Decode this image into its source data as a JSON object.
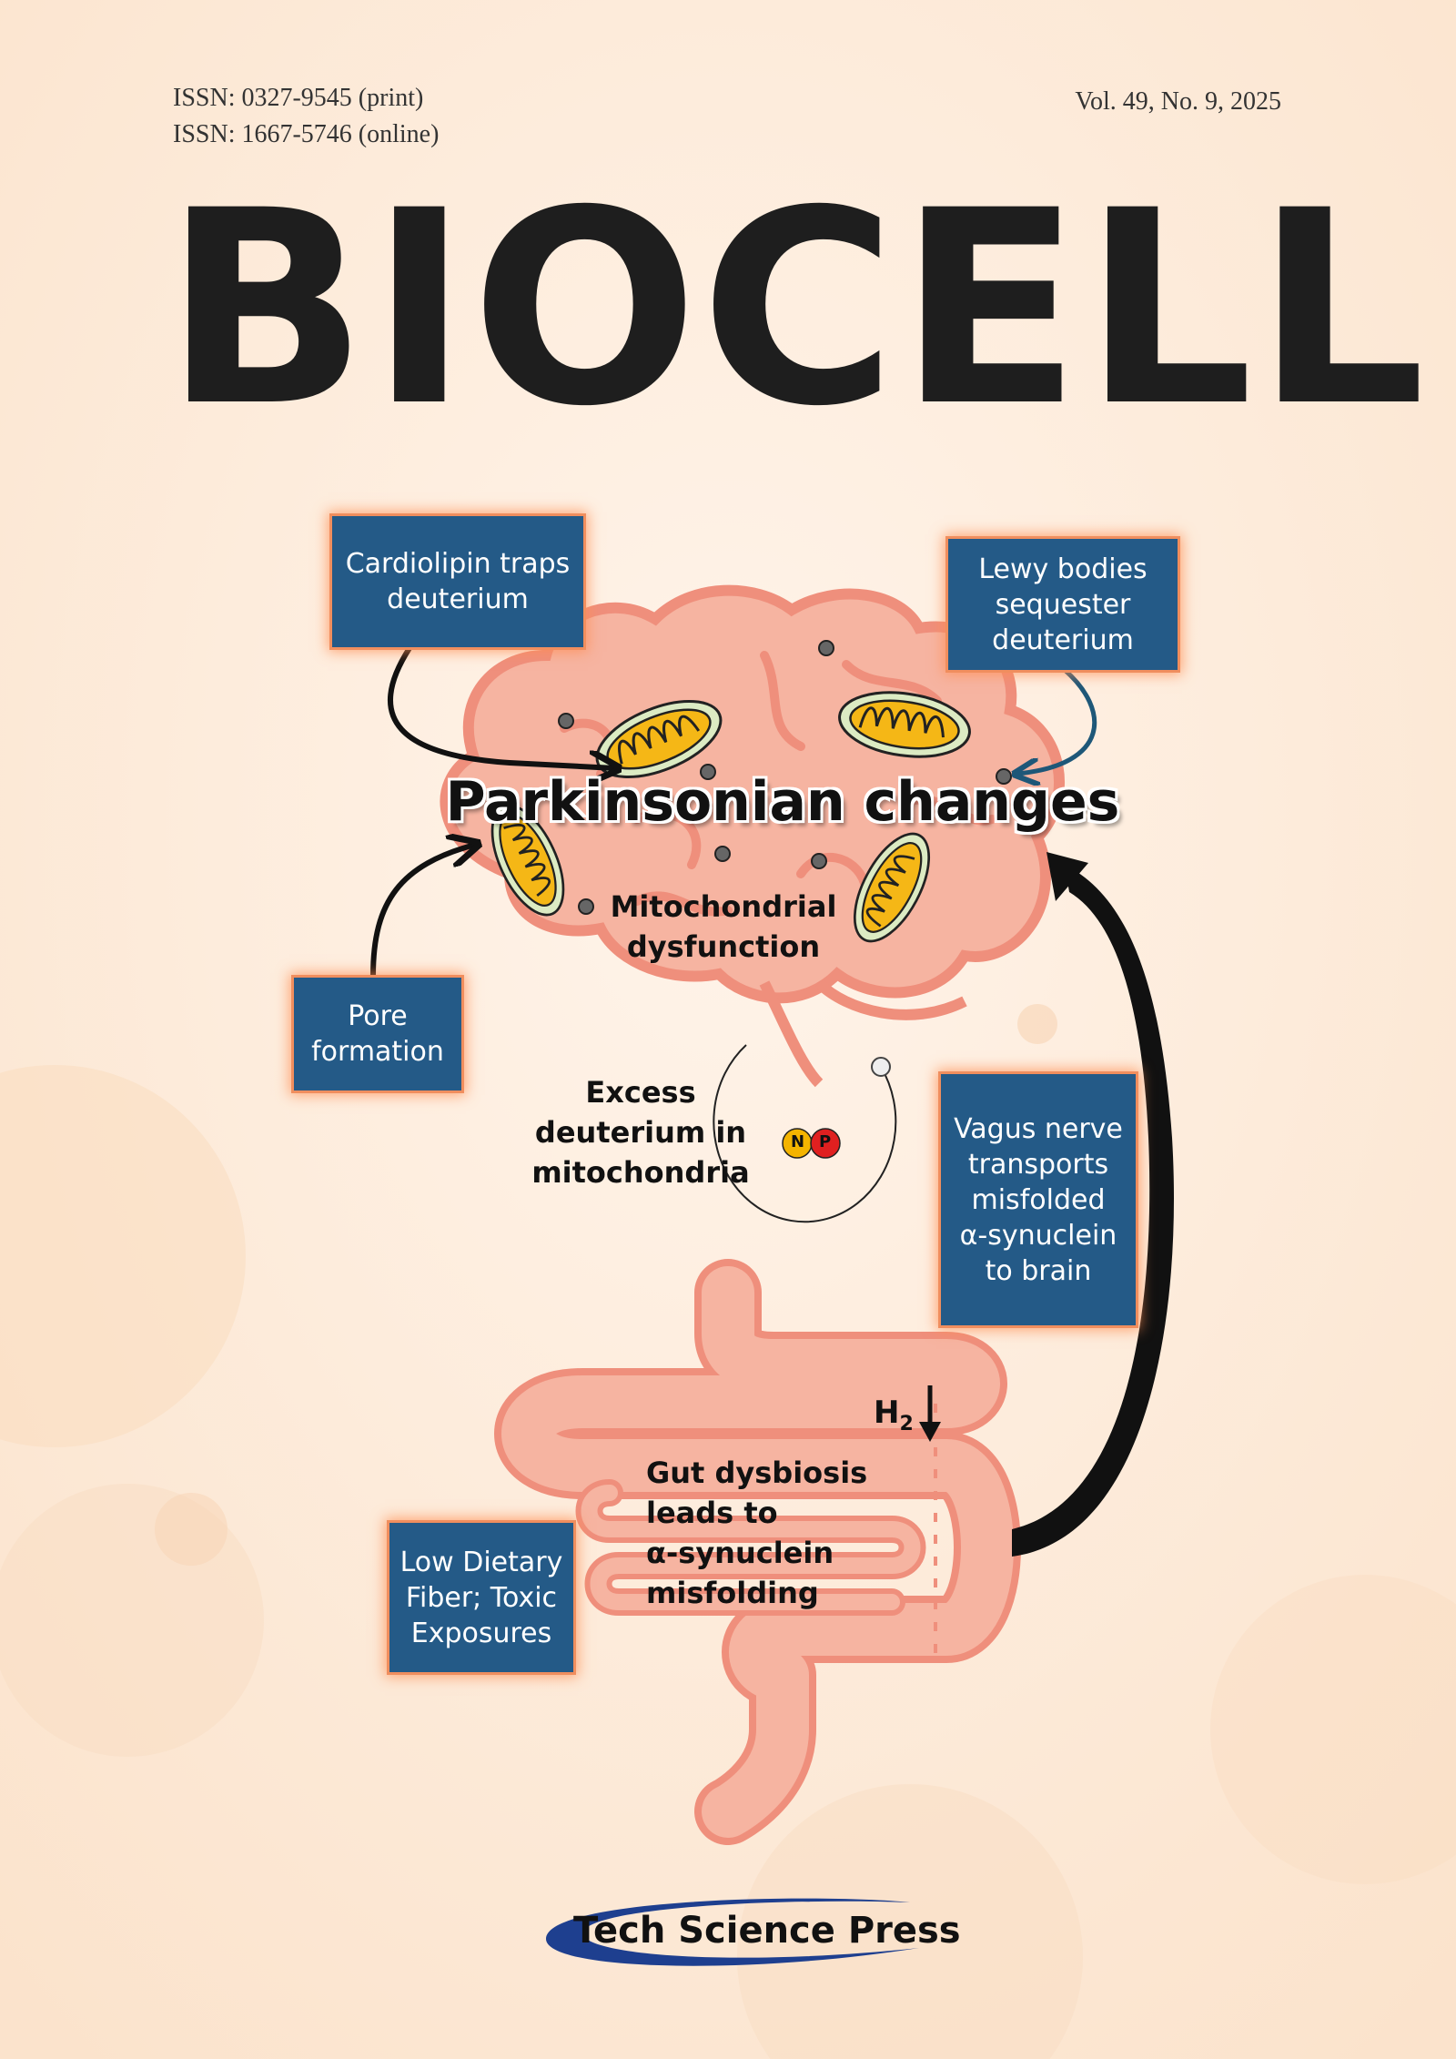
{
  "header": {
    "issn_print": "ISSN: 0327-9545 (print)",
    "issn_online": "ISSN: 1667-5746 (online)",
    "volume": "Vol. 49, No. 9, 2025"
  },
  "journal_title": "BIOCELL",
  "figure": {
    "heading": "Parkinsonian changes",
    "brain_label": [
      "Mitochondrial",
      "dysfunction"
    ],
    "mito_label": [
      "Excess",
      "deuterium in",
      "mitochondria"
    ],
    "atom_n": "N",
    "atom_p": "P",
    "gut_label": [
      "Gut dysbiosis",
      "leads to",
      "α-synuclein",
      "misfolding"
    ],
    "h2_label": "H",
    "h2_sub": "2",
    "boxes": {
      "cardiolipin": [
        "Cardiolipin traps",
        "deuterium"
      ],
      "lewy": [
        "Lewy bodies",
        "sequester",
        "deuterium"
      ],
      "pore": [
        "Pore",
        "formation"
      ],
      "vagus": [
        "Vagus nerve",
        "transports",
        "misfolded",
        "α-synuclein",
        "to brain"
      ],
      "fiber": [
        "Low Dietary",
        "Fiber; Toxic",
        "Exposures"
      ]
    },
    "colors": {
      "box": "#245a87",
      "box_glow": "#f08e5e",
      "organ": "#f6b4a1",
      "organ_outline": "#ef8f7c",
      "mito": "#f5b716",
      "mito_outer": "#dcebc3"
    }
  },
  "publisher": "Tech Science Press"
}
